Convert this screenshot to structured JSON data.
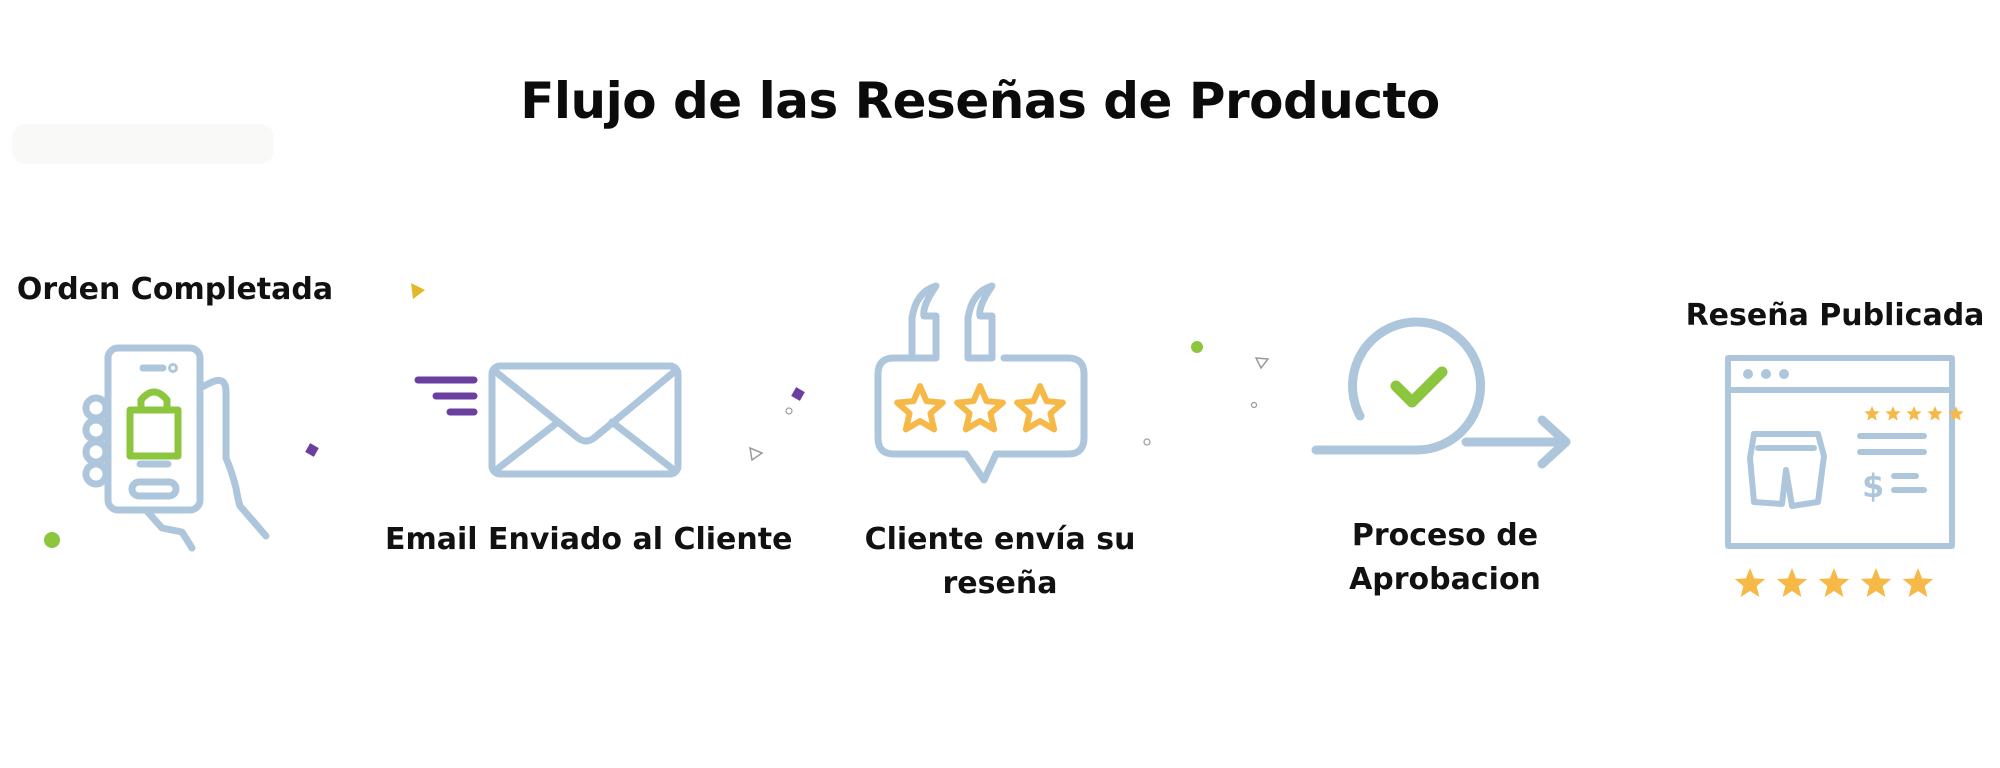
{
  "title": "Flujo de las Reseñas de Producto",
  "steps": [
    {
      "label": "Orden Completada",
      "icon": "phone-shopping-bag-icon"
    },
    {
      "label": "Email Enviado al Cliente",
      "icon": "envelope-icon"
    },
    {
      "label_lines": [
        "Cliente envía su",
        "reseña"
      ],
      "icon": "quote-speech-bubble-stars-icon",
      "rating": 3
    },
    {
      "label_lines": [
        "Proceso de",
        "Aprobacion"
      ],
      "icon": "approval-loop-check-icon"
    },
    {
      "label": "Reseña Publicada",
      "icon": "product-page-icon",
      "rating": 5,
      "price_symbol": "$"
    }
  ],
  "colors": {
    "outline": "#aec6dc",
    "green": "#8cc63f",
    "star": "#f6b846",
    "purple": "#6b3fa0",
    "yellow": "#e2b82b",
    "title": "#0b0b0b"
  }
}
